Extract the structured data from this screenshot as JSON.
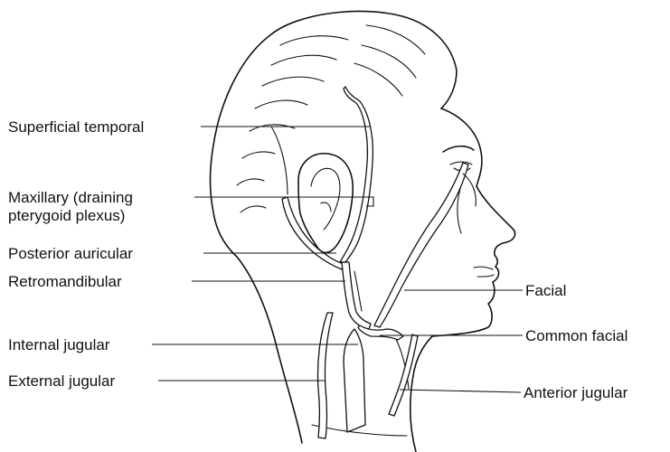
{
  "labels": {
    "superficial_temporal": "Superficial temporal",
    "maxillary_line1": "Maxillary (draining",
    "maxillary_line2": "pterygoid plexus)",
    "posterior_auricular": "Posterior auricular",
    "retromandibular": "Retromandibular",
    "internal_jugular": "Internal jugular",
    "external_jugular": "External jugular",
    "facial": "Facial",
    "common_facial": "Common facial",
    "anterior_jugular": "Anterior jugular"
  }
}
